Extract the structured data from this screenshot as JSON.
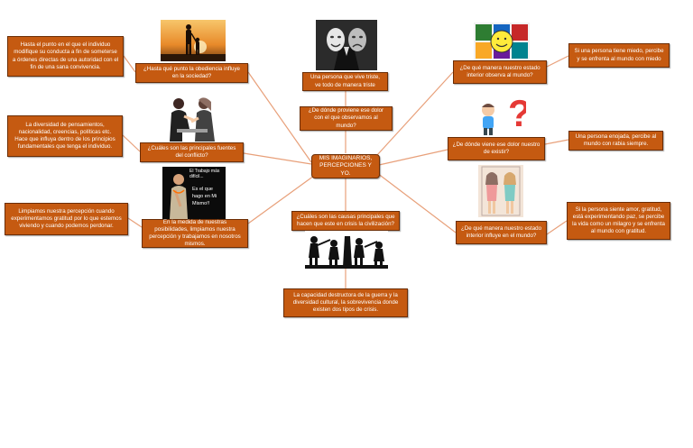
{
  "colors": {
    "node_fill": "#c55a11",
    "node_border": "#6b2d05",
    "node_text": "#ffffff",
    "connector": "#e8a07a"
  },
  "center": {
    "text": "MIS IMAGINARIOS, PERCEPCIONES Y YO."
  },
  "nodes": {
    "q_obediencia": "¿Hasta qué punto la obediencia influye en la sociedad?",
    "a_obediencia": "Hasta el punto en el que el individuo modifique su conducta a fin de someterse a órdenes directas de una autoridad con el fin de una sana convivencia.",
    "q_conflicto": "¿Cuáles son las principales fuentes del conflicto?",
    "a_conflicto": "La diversidad de pensamientos, nacionalidad, creencias, políticas etc. Hace que influya dentro de los principios fundamentales que tenga el individuo.",
    "q_posibilidades": "En la medida de nuestras posibilidades, limpiamos nuestra percepción y trabajamos en nosotros mismos.",
    "a_posibilidades": "Limpiamos nuestra percepción cuando experimentamos gratitud por lo que estemos viviendo y cuando podemos perdonar.",
    "q_triste": "Una persona que vive triste, ve todo de manera triste",
    "q_dolor_mundo": "¿De dónde proviene ese dolor con el que observamos al mundo?",
    "q_crisis": "¿Cuáles son las causas principales que hacen que este en crisis la civilización?",
    "a_crisis": "La capacidad destructora de la guerra y la diversidad cultural, la sobrevivencia donde existen dos tipos de crisis.",
    "q_interior_observa": "¿De qué manera nuestro estado interior observa al mundo?",
    "a_interior_observa": "Si una persona tiene miedo, percibe y se enfrenta al mundo con miedo",
    "q_dolor_existir": "¿De dónde viene ese dolor nuestro de existir?",
    "a_dolor_existir": "Una persona enojada, percibe al mundo con rabia siempre.",
    "q_interior_influye": "¿De qué manera nuestro estado interior influye en el mundo?",
    "a_interior_influye": "Si la persona siente amor, gratitud, está experimentando paz, se percibe la vida como un milagro y se enfrenta al mundo con gratitud."
  },
  "images": {
    "silhouette": "parent-child-silhouette",
    "masks": "theater-masks",
    "colorful": "colorful-circles",
    "question": "question-mark-figure",
    "argue": "arguing-people",
    "work": "work-quote",
    "women": "two-women",
    "war": "war-silhouettes"
  },
  "work_quote": [
    "El Trabajo más difícil...",
    "Es el que",
    "hago en Mi",
    "Mismo!!"
  ]
}
